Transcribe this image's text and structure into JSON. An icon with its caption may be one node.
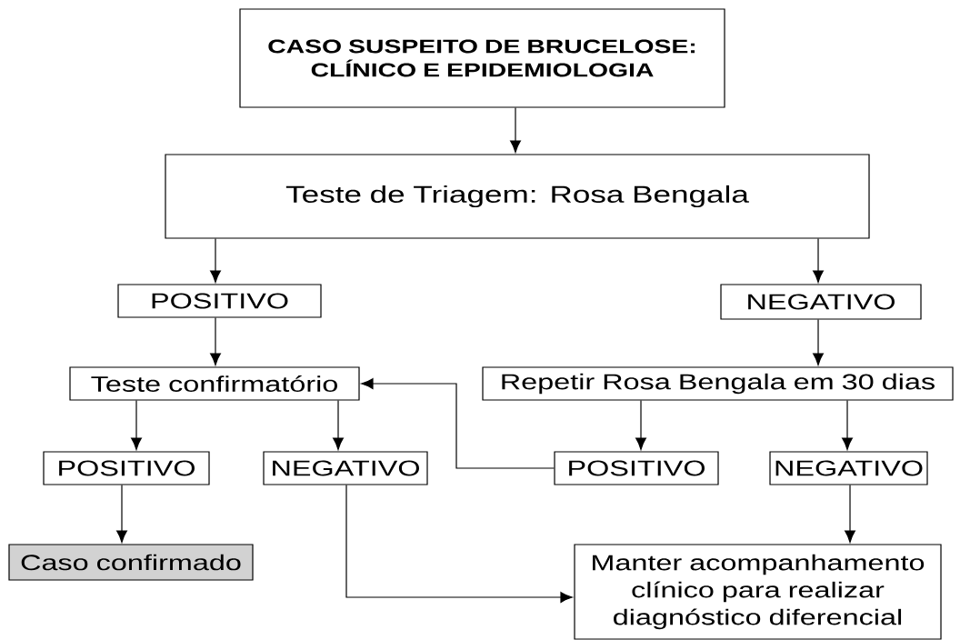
{
  "diagram": {
    "nodes": [
      {
        "text": [
          "CASO SUSPEITO DE BRUCELOSE: CLÍNICO E EPIDEMIOLOGIA"
        ]
      },
      {
        "text": [
          "Teste de Triagem: Rosa Bengala"
        ]
      },
      {
        "text": [
          "POSITIVO"
        ]
      },
      {
        "text": [
          "NEGATIVO"
        ]
      },
      {
        "text": [
          "Teste confirmatório"
        ]
      },
      {
        "text": [
          "Repetir Rosa Bengala em 30 dias"
        ]
      },
      {
        "text": [
          "POSITIVO"
        ]
      },
      {
        "text": [
          "NEGATIVO"
        ]
      },
      {
        "text": [
          "POSITIVO"
        ]
      },
      {
        "text": [
          "NEGATIVO"
        ]
      },
      {
        "text": [
          "Caso confirmado"
        ]
      },
      {
        "text": [
          "Manter acompanhamento clínico para realizar diagnóstico diferencial"
        ]
      }
    ],
    "edges": [
      {
        "from": 0,
        "to": 1,
        "arrow": "to"
      },
      {
        "from": 1,
        "to": 2,
        "arrow": "to"
      },
      {
        "from": 1,
        "to": 3,
        "arrow": "to"
      },
      {
        "from": 2,
        "to": 4,
        "arrow": "to"
      },
      {
        "from": 3,
        "to": 5,
        "arrow": "to"
      },
      {
        "from": 4,
        "to": 6,
        "arrow": "to"
      },
      {
        "from": 4,
        "to": 7,
        "arrow": "to"
      },
      {
        "from": 5,
        "to": 8,
        "arrow": "to"
      },
      {
        "from": 5,
        "to": 9,
        "arrow": "to"
      },
      {
        "from": 6,
        "to": 10,
        "arrow": "to"
      },
      {
        "from": 9,
        "to": 11,
        "arrow": "to"
      },
      {
        "from": 8,
        "to": 4,
        "arrow": "to"
      },
      {
        "from": 7,
        "to": 11,
        "arrow": "to"
      }
    ]
  }
}
